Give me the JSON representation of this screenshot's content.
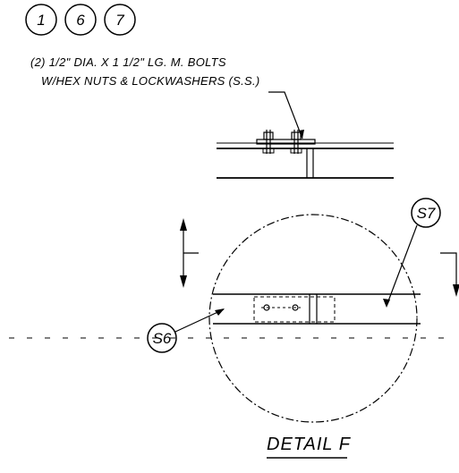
{
  "references": {
    "circle_1": "1",
    "circle_2": "6",
    "circle_3": "7"
  },
  "note": {
    "line1": "(2) 1/2\" DIA. X 1 1/2\" LG. M. BOLTS",
    "line2": "W/HEX NUTS & LOCKWASHERS (S.S.)"
  },
  "callouts": {
    "s7": "S7",
    "s6": "S6"
  },
  "title": "DETAIL  F"
}
